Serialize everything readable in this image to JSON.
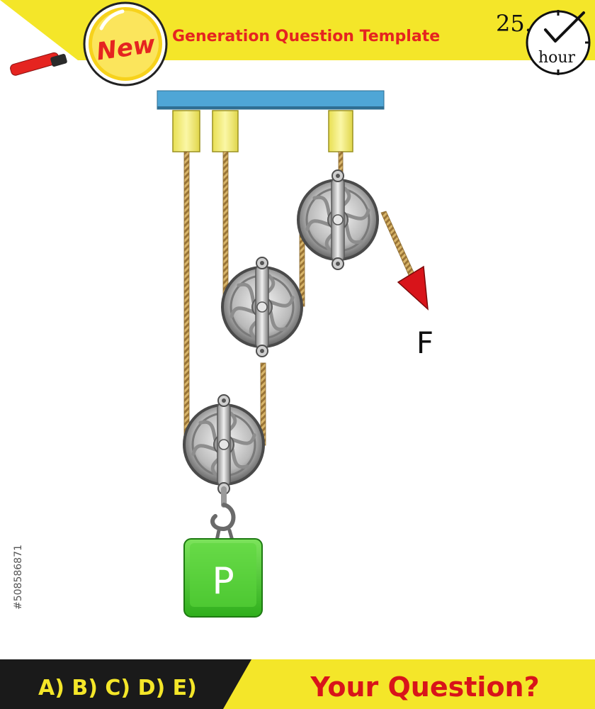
{
  "header": {
    "badge_label": "New",
    "title": "Generation Question Template",
    "timer_value": "25.",
    "timer_unit": "hour"
  },
  "diagram": {
    "force_label": "F",
    "load_label": "P"
  },
  "footer": {
    "options": "A) B) C) D) E)",
    "question": "Your Question?"
  },
  "side_id": "#508586871",
  "colors": {
    "header_yellow": "#f4e629",
    "footer_dark": "#1a1a1a",
    "footer_yellow": "#f4e629",
    "beam_blue": "#4fa6d6",
    "block_yellow": "#f2ec6c",
    "rope": "#c9a45a",
    "load_green": "#44c92a",
    "badge_red": "#e52420",
    "question_red": "#d8141a",
    "options_yellow": "#f4e629",
    "arrow_red": "#d8141a"
  }
}
